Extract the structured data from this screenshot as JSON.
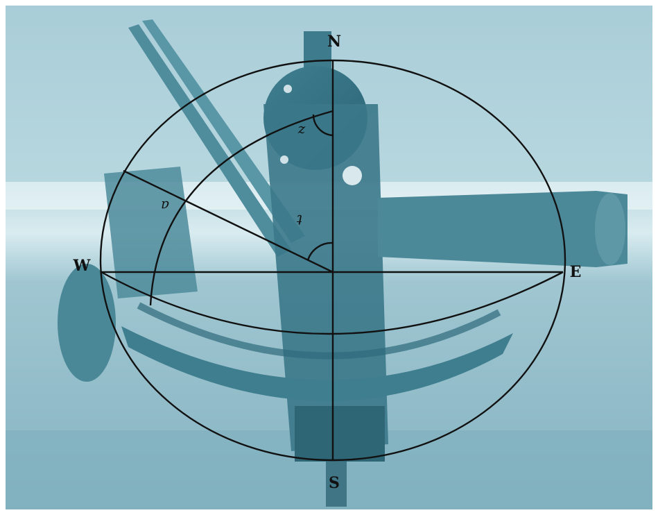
{
  "figure": {
    "photo": "sextant",
    "background_color": "#9cc7d3",
    "line_color": "#111111"
  },
  "cardinal_labels": {
    "north": "N",
    "south": "S",
    "east": "E",
    "west": "W"
  },
  "angle_labels": {
    "a": "a",
    "t": "t",
    "z": "z"
  }
}
